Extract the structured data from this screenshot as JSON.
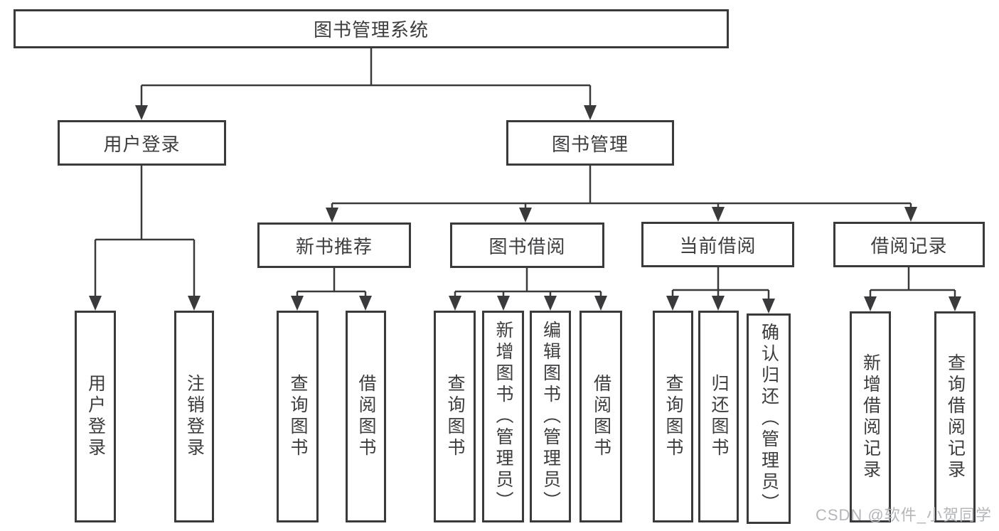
{
  "colors": {
    "line": "#3a3a3c",
    "text": "#3d3d40",
    "box_background": "#ffffff",
    "watermark": "#b3b6ba"
  },
  "watermark": {
    "text": "CSDN @软件_小贺同学"
  },
  "tree": {
    "root": {
      "label": "图书管理系统"
    },
    "children": [
      {
        "label": "用户登录",
        "children": [
          {
            "label": "用户登录"
          },
          {
            "label": "注销登录"
          }
        ]
      },
      {
        "label": "图书管理",
        "children": [
          {
            "label": "新书推荐",
            "children": [
              {
                "label": "查询图书"
              },
              {
                "label": "借阅图书"
              }
            ]
          },
          {
            "label": "图书借阅",
            "children": [
              {
                "label": "查询图书"
              },
              {
                "label": "新增图书（管理员）"
              },
              {
                "label": "编辑图书（管理员）"
              },
              {
                "label": "借阅图书"
              }
            ]
          },
          {
            "label": "当前借阅",
            "children": [
              {
                "label": "查询图书"
              },
              {
                "label": "归还图书"
              },
              {
                "label": "确认归还（管理员）"
              }
            ]
          },
          {
            "label": "借阅记录",
            "children": [
              {
                "label": "新增借阅记录"
              },
              {
                "label": "查询借阅记录"
              }
            ]
          }
        ]
      }
    ]
  }
}
